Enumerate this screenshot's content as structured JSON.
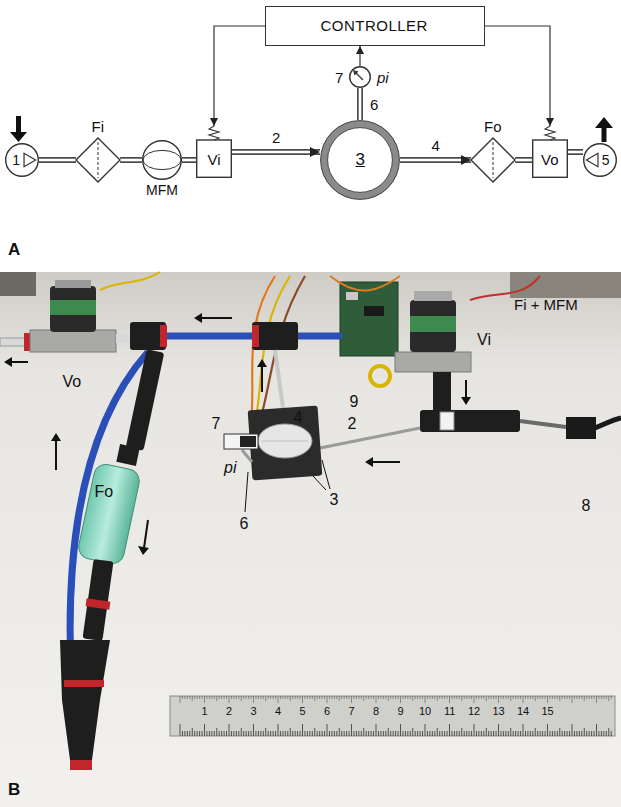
{
  "diagram": {
    "nodes": [
      {
        "text": [
          "CONTROLLER"
        ]
      },
      {
        "text": [
          "1"
        ]
      },
      {
        "text": [
          "Fi"
        ]
      },
      {
        "text": [
          "MFM"
        ]
      },
      {
        "text": [
          "Vi"
        ]
      },
      {
        "text": [
          "3"
        ]
      },
      {
        "text": [
          "Fo"
        ]
      },
      {
        "text": [
          "Vo"
        ]
      },
      {
        "text": [
          "5"
        ]
      },
      {
        "text": [
          "7",
          "pi"
        ]
      }
    ],
    "edges": [
      {
        "from": 1,
        "to": 2,
        "arrow": "none"
      },
      {
        "from": 2,
        "to": 3,
        "arrow": "none"
      },
      {
        "from": 3,
        "to": 4,
        "arrow": "none"
      },
      {
        "from": 4,
        "to": 5,
        "label": "2",
        "arrow": "to"
      },
      {
        "from": 5,
        "to": 6,
        "label": "4",
        "arrow": "to"
      },
      {
        "from": 6,
        "to": 7,
        "arrow": "none"
      },
      {
        "from": 7,
        "to": 8,
        "arrow": "none"
      },
      {
        "from": 5,
        "to": 9,
        "label": "6",
        "arrow": "none"
      },
      {
        "from": 9,
        "to": 0,
        "arrow": "to"
      },
      {
        "from": 0,
        "to": 4,
        "arrow": "to"
      },
      {
        "from": 0,
        "to": 7,
        "arrow": "to"
      }
    ],
    "labels": [
      "A",
      "B",
      "Vo",
      "Fo",
      "7",
      "pi",
      "6",
      "4",
      "3",
      "2",
      "9",
      "Vi",
      "Fi + MFM",
      "8",
      "1",
      "2",
      "3",
      "4",
      "5",
      "6",
      "7",
      "8",
      "9",
      "10",
      "11",
      "12",
      "13",
      "14",
      "15"
    ]
  }
}
